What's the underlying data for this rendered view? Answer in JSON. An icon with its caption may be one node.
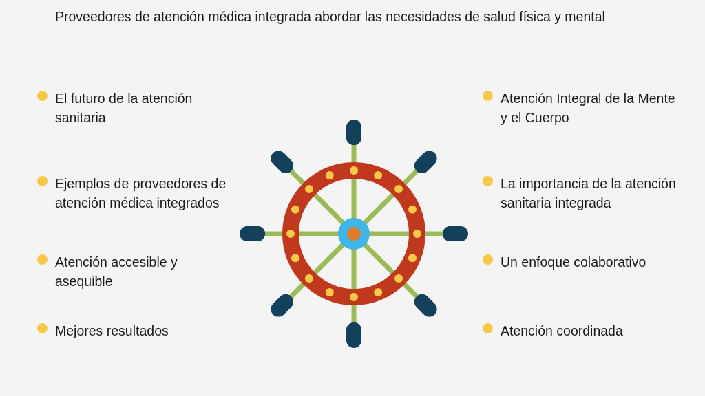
{
  "diagram": {
    "title": "Proveedores de atención médica integrada abordar las necesidades de salud física y mental",
    "labels": [
      "El futuro de la atención sanitaria",
      "Atención Integral de la Mente y el Cuerpo",
      "Ejemplos de proveedores de atención médica integrados",
      "La importancia de la atención sanitaria integrada",
      "Atención accesible y asequible",
      "Un enfoque colaborativo",
      "Mejores resultados",
      "Atención coordinada"
    ]
  }
}
